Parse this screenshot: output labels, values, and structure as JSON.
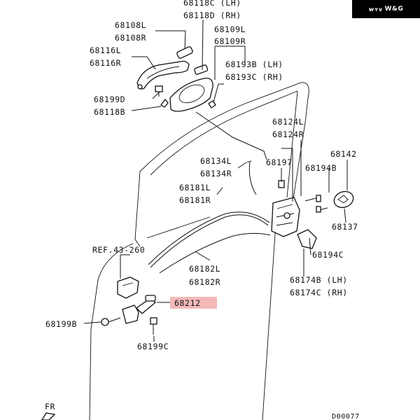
{
  "brand": {
    "text": "W&G",
    "mark": "ᴡʏᴠ",
    "logo_bg": "#000000"
  },
  "diagram_id": "D00077",
  "direction": "FR",
  "highlight_color": "#f3b9b9",
  "labels": {
    "p68118C": "68118C (LH)",
    "p68118D": "68118D (RH)",
    "p68108L": "68108L",
    "p68108R": "68108R",
    "p68109L": "68109L",
    "p68109R": "68109R",
    "p68116L": "68116L",
    "p68116R": "68116R",
    "p68193B": "68193B (LH)",
    "p68193C": "68193C (RH)",
    "p68199D": "68199D",
    "p68118B": "68118B",
    "p68124L": "68124L",
    "p68124R": "68124R",
    "p68142": "68142",
    "p68134L": "68134L",
    "p68134R": "68134R",
    "p68197": "68197",
    "p68194B": "68194B",
    "p68181L": "68181L",
    "p68181R": "68181R",
    "p68137": "68137",
    "ref": "REF.43-260",
    "p68182L": "68182L",
    "p68182R": "68182R",
    "p68194C": "68194C",
    "p68174B": "68174B (LH)",
    "p68174C": "68174C (RH)",
    "p68212": "68212",
    "p68199B": "68199B",
    "p68199C": "68199C"
  }
}
